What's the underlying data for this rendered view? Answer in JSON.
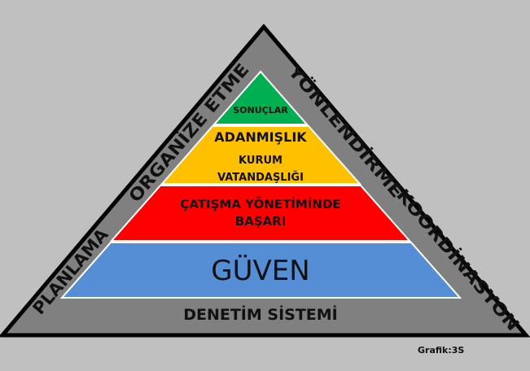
{
  "diagram": {
    "outer_frame": {
      "left_side_labels": [
        "PLANLAMA",
        "ORGANİZE ETME"
      ],
      "right_side_labels": [
        "YÖNLENDİRME",
        "KOORDİNASYON"
      ],
      "base_label": "DENETİM SİSTEMİ",
      "left_side_text": "PLANLAMA   ORGANIZE ETME",
      "right_side_text": "YÖNLENDİRME   KOORDİNASYON"
    },
    "levels": [
      {
        "name": "sonuclar",
        "line1": "SONUÇLAR",
        "color": "#00b050"
      },
      {
        "name": "adanmislik",
        "line1": "ADANMIŞLIK",
        "line2": "KURUM",
        "line3": "VATANDAŞLIĞI",
        "color": "#ffc000"
      },
      {
        "name": "catisma",
        "line1": "ÇATIŞMA YÖNETİMİNDE",
        "line2": "BAŞARI",
        "color": "#ff0000"
      },
      {
        "name": "guven",
        "line1": "GÜVEN",
        "color": "#558ed5"
      }
    ],
    "caption": "Grafik:3S",
    "colors": {
      "background": "#c0c0c0",
      "frame": "#808080",
      "outline": "#000000"
    }
  }
}
